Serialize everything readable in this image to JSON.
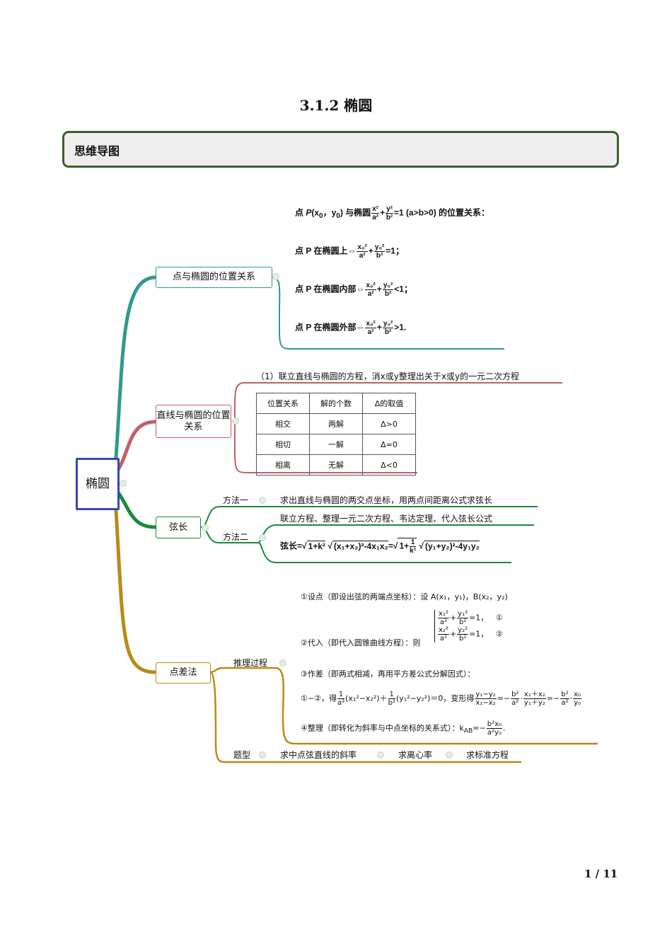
{
  "title": "3.1.2 椭圆",
  "section_header": "思维导图",
  "center": "椭圆",
  "colors": {
    "branch1": "#2e9a8c",
    "branch2": "#c0606a",
    "branch3": "#1a8a3a",
    "branch4": "#b88a1a",
    "center_border": "#3548b8",
    "header_border": "#3b5f2a"
  },
  "b1": {
    "label": "点与椭圆的位置关系",
    "l0": {
      "a": "点 ",
      "P": "P",
      "b": "(x",
      "s0": "0",
      "c": "，y",
      "s1": "0",
      "d": ") 与椭圆",
      "n1": "x²",
      "d1": "a²",
      "plus": "+",
      "n2": "y²",
      "d2": "b²",
      "e": "=1 (a>b>0) 的位置关系："
    },
    "l1": {
      "a": "点 P 在椭圆上⇔",
      "n1": "x₀²",
      "d1": "a²",
      "plus": "+",
      "n2": "y₀²",
      "d2": "b²",
      "e": "=1；"
    },
    "l2": {
      "a": "点 P 在椭圆内部⇔",
      "n1": "x₀²",
      "d1": "a²",
      "plus": "+",
      "n2": "y₀²",
      "d2": "b²",
      "e": "<1；"
    },
    "l3": {
      "a": "点 P 在椭圆外部⇔",
      "n1": "x₀²",
      "d1": "a²",
      "plus": "+",
      "n2": "y₀²",
      "d2": "b²",
      "e": ">1."
    }
  },
  "b2": {
    "label": "直线与椭圆的位置关系",
    "intro": "（1）联立直线与椭圆的方程，消x或y整理出关于x或y的一元二次方程",
    "table": {
      "headers": [
        "位置关系",
        "解的个数",
        "Δ的取值"
      ],
      "rows": [
        [
          "相交",
          "两解",
          "Δ>0"
        ],
        [
          "相切",
          "一解",
          "Δ=0"
        ],
        [
          "相离",
          "无解",
          "Δ<0"
        ]
      ]
    }
  },
  "b3": {
    "label": "弦长",
    "m1": {
      "label": "方法一",
      "text": "求出直线与椭圆的两交点坐标，用两点间距离公式求弦长"
    },
    "m2": {
      "label": "方法二",
      "text": "联立方程、整理一元二次方程、韦达定理、代入弦长公式",
      "f": {
        "a": "弦长=",
        "r1": "1+k²",
        "r2": "(x₁+x₂)²-4x₁x₂",
        "eq": "=",
        "r3a": "1+",
        "n": "1",
        "d": "k²",
        "r4": "(y₁+y₂)²-4y₁y₂"
      }
    }
  },
  "b4": {
    "label": "点差法",
    "process": {
      "label": "推理过程",
      "s1": "①设点（即设出弦的两端点坐标）：设 A(x₁，y₁)，B(x₂，y₂)",
      "s2": {
        "a": "②代入（即代入圆锥曲线方程）：则",
        "e1n1": "x₁²",
        "e1d1": "a²",
        "e1n2": "y₁²",
        "e1d2": "b²",
        "e1r": "=1，",
        "e1m": "①",
        "e2n1": "x₂²",
        "e2d1": "a²",
        "e2n2": "y₂²",
        "e2d2": "b²",
        "e2r": "=1，",
        "e2m": "②",
        "plus": "+"
      },
      "s3": "③作差（即两式相减，再用平方差公式分解因式）：",
      "s3b": {
        "a": "①−②，得",
        "n1": "1",
        "d1": "a²",
        "b": "(x₁²−x₂²)＋",
        "n2": "1",
        "d2": "b²",
        "c": "(y₁²−y₂²)＝0，变形得",
        "n3": "y₁−y₂",
        "d3": "x₁−x₂",
        "eq1": "=−",
        "n4": "b²",
        "d4": "a²",
        "dot": "·",
        "n5": "x₁＋x₂",
        "d5": "y₁＋y₂",
        "eq2": "=−",
        "n6": "b²",
        "d6": "a²",
        "n7": "x₀",
        "d7": "y₀"
      },
      "s4": {
        "a": "④整理（即转化为斜率与中点坐标的关系式）：k",
        "sub": "AB",
        "b": "=−",
        "n": "b²x₀",
        "d": "a²y₀",
        "e": "."
      }
    },
    "types": {
      "label": "题型",
      "items": [
        "求中点弦直线的斜率",
        "求离心率",
        "求标准方程"
      ]
    }
  },
  "page_number": "1 / 11"
}
